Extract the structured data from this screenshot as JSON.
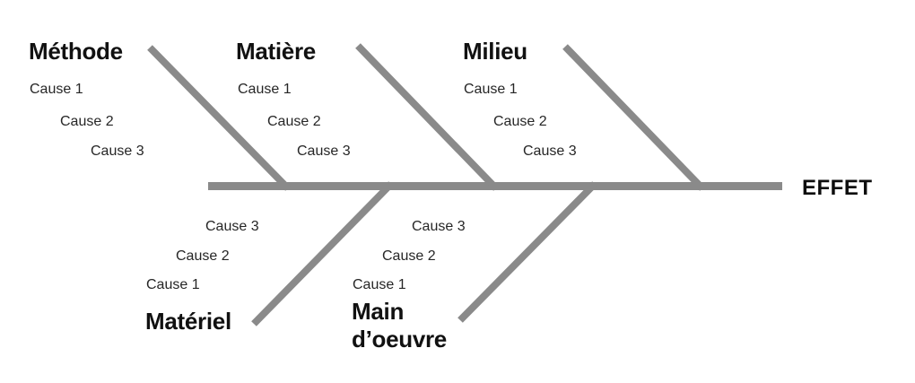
{
  "diagram_type": "fishbone",
  "effect": {
    "label": "EFFET"
  },
  "colors": {
    "line": "#8a8a8a",
    "heading_text": "#111111",
    "cause_text": "#262626",
    "background": "#ffffff"
  },
  "branches": [
    {
      "id": "methode",
      "title": "Méthode",
      "side": "top",
      "causes": [
        "Cause 1",
        "Cause 2",
        "Cause 3"
      ]
    },
    {
      "id": "matiere",
      "title": "Matière",
      "side": "top",
      "causes": [
        "Cause 1",
        "Cause 2",
        "Cause 3"
      ]
    },
    {
      "id": "milieu",
      "title": "Milieu",
      "side": "top",
      "causes": [
        "Cause 1",
        "Cause 2",
        "Cause 3"
      ]
    },
    {
      "id": "materiel",
      "title": "Matériel",
      "side": "bottom",
      "causes": [
        "Cause 1",
        "Cause 2",
        "Cause 3"
      ]
    },
    {
      "id": "main-doeuvre",
      "title": "Main d’oeuvre",
      "side": "bottom",
      "causes": [
        "Cause 1",
        "Cause 2",
        "Cause 3"
      ]
    }
  ]
}
